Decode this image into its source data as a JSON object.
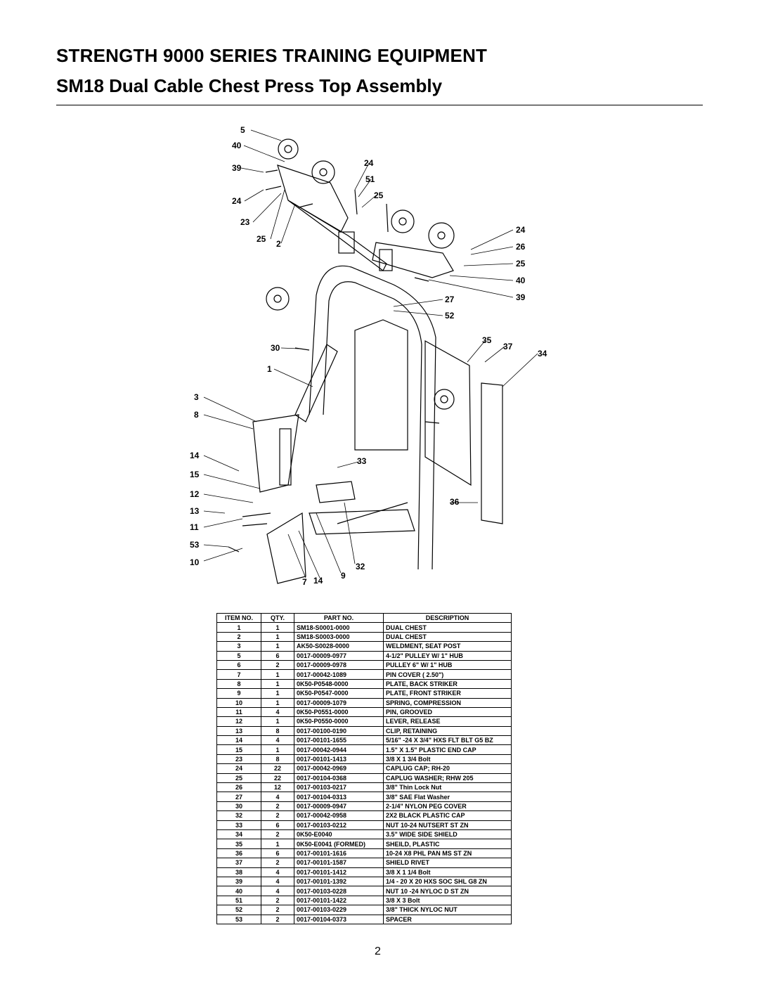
{
  "header": {
    "title": "STRENGTH 9000 SERIES TRAINING EQUIPMENT",
    "subtitle": "SM18 Dual Cable Chest Press Top Assembly"
  },
  "callouts": [
    "5",
    "40",
    "39",
    "24",
    "23",
    "25",
    "2",
    "24",
    "51",
    "25",
    "24",
    "26",
    "25",
    "40",
    "39",
    "27",
    "52",
    "35",
    "37",
    "34",
    "30",
    "1",
    "3",
    "8",
    "14",
    "15",
    "12",
    "13",
    "11",
    "53",
    "10",
    "7",
    "14",
    "9",
    "32",
    "33",
    "36"
  ],
  "parts_table": {
    "headers": [
      "ITEM NO.",
      "QTY.",
      "PART NO.",
      "DESCRIPTION"
    ],
    "rows": [
      [
        "1",
        "1",
        "SM18-S0001-0000",
        "DUAL CHEST"
      ],
      [
        "2",
        "1",
        "SM18-S0003-0000",
        "DUAL CHEST"
      ],
      [
        "3",
        "1",
        "AK50-S0028-0000",
        "WELDMENT, SEAT POST"
      ],
      [
        "5",
        "6",
        "0017-00009-0977",
        "4-1/2\" PULLEY W/ 1\" HUB"
      ],
      [
        "6",
        "2",
        "0017-00009-0978",
        "PULLEY 6\" W/ 1\" HUB"
      ],
      [
        "7",
        "1",
        "0017-00042-1089",
        "PIN COVER ( 2.50\")"
      ],
      [
        "8",
        "1",
        "0K50-P0548-0000",
        "PLATE, BACK STRIKER"
      ],
      [
        "9",
        "1",
        "0K50-P0547-0000",
        "PLATE, FRONT STRIKER"
      ],
      [
        "10",
        "1",
        "0017-00009-1079",
        "SPRING, COMPRESSION"
      ],
      [
        "11",
        "4",
        "0K50-P0551-0000",
        "PIN, GROOVED"
      ],
      [
        "12",
        "1",
        "0K50-P0550-0000",
        "LEVER, RELEASE"
      ],
      [
        "13",
        "8",
        "0017-00100-0190",
        "CLIP, RETAINING"
      ],
      [
        "14",
        "4",
        "0017-00101-1655",
        "5/16\" -24 X 3/4\" HXS FLT BLT G5 BZ"
      ],
      [
        "15",
        "1",
        "0017-00042-0944",
        "1.5\" X 1.5\" PLASTIC END CAP"
      ],
      [
        "23",
        "8",
        "0017-00101-1413",
        "3/8 X 1 3/4 Bolt"
      ],
      [
        "24",
        "22",
        "0017-00042-0969",
        "CAPLUG CAP; RH-20"
      ],
      [
        "25",
        "22",
        "0017-00104-0368",
        "CAPLUG WASHER; RHW 205"
      ],
      [
        "26",
        "12",
        "0017-00103-0217",
        "3/8\" Thin Lock Nut"
      ],
      [
        "27",
        "4",
        "0017-00104-0313",
        "3/8\" SAE Flat Washer"
      ],
      [
        "30",
        "2",
        "0017-00009-0947",
        "2-1/4\" NYLON PEG COVER"
      ],
      [
        "32",
        "2",
        "0017-00042-0958",
        "2X2 BLACK PLASTIC CAP"
      ],
      [
        "33",
        "6",
        "0017-00103-0212",
        "NUT   10-24  NUTSERT   ST ZN"
      ],
      [
        "34",
        "2",
        "0K50-E0040",
        "3.5\" WIDE SIDE SHIELD"
      ],
      [
        "35",
        "1",
        "0K50-E0041 (FORMED)",
        "SHEILD, PLASTIC"
      ],
      [
        "36",
        "6",
        "0017-00101-1616",
        "10-24 X8 PHL PAN MS ST ZN"
      ],
      [
        "37",
        "2",
        "0017-00101-1587",
        "SHIELD RIVET"
      ],
      [
        "38",
        "4",
        "0017-00101-1412",
        "3/8 X 1 1/4 Bolt"
      ],
      [
        "39",
        "4",
        "0017-00101-1392",
        "1/4 - 20 X 20 HXS SOC SHL G8 ZN"
      ],
      [
        "40",
        "4",
        "0017-00103-0228",
        "NUT 10 -24 NYLOC D ST ZN"
      ],
      [
        "51",
        "2",
        "0017-00101-1422",
        "3/8 X 3 Bolt"
      ],
      [
        "52",
        "2",
        "0017-00103-0229",
        "3/8\" THICK NYLOC NUT"
      ],
      [
        "53",
        "2",
        "0017-00104-0373",
        "SPACER"
      ]
    ]
  },
  "page_number": "2"
}
